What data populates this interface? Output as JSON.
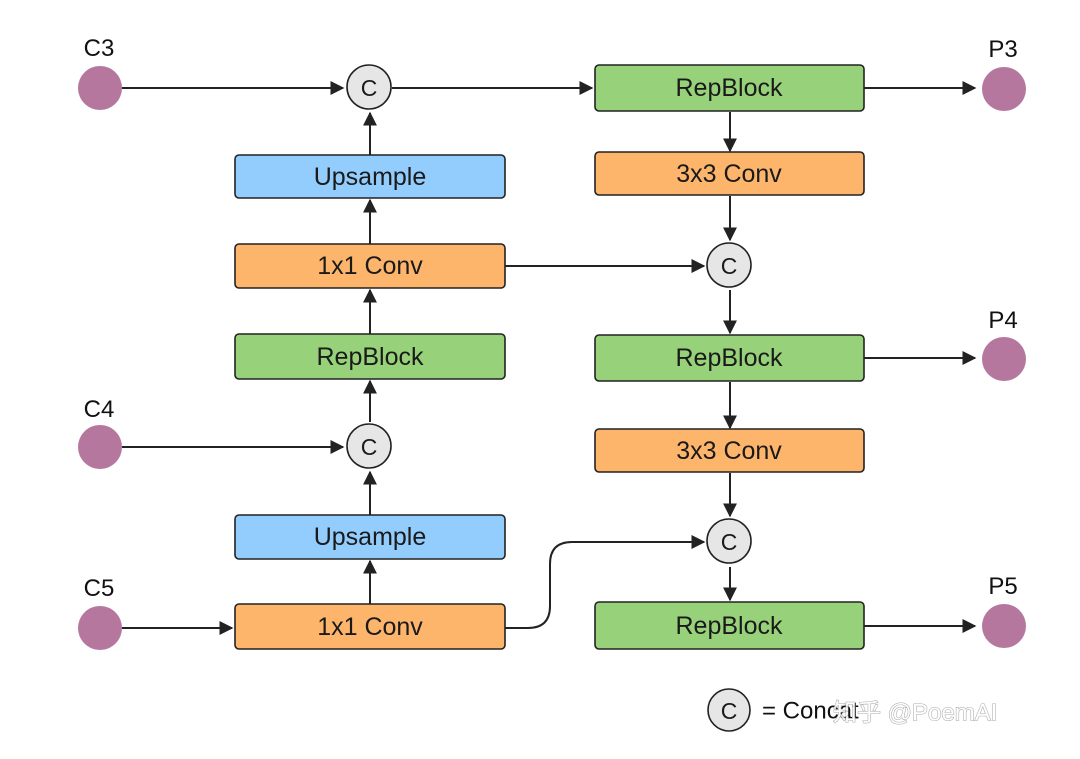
{
  "colors": {
    "repblock": "#97d27a",
    "conv": "#fdb56c",
    "upsample": "#93cdfd",
    "endpoint": "#b5779e",
    "concat": "#e6e6e6",
    "stroke": "#222222"
  },
  "nodes": {
    "c3": "C3",
    "c4": "C4",
    "c5": "C5",
    "p3": "P3",
    "p4": "P4",
    "p5": "P5"
  },
  "left_column": {
    "upsample_top": "Upsample",
    "conv1x1_top": "1x1 Conv",
    "repblock": "RepBlock",
    "upsample_bottom": "Upsample",
    "conv1x1_bottom": "1x1 Conv"
  },
  "right_column": {
    "repblock_top": "RepBlock",
    "conv3x3_top": "3x3 Conv",
    "repblock_mid": "RepBlock",
    "conv3x3_mid": "3x3 Conv",
    "repblock_bottom": "RepBlock"
  },
  "concat_symbol": "C",
  "legend": {
    "symbol": "C",
    "text": "= Concat"
  },
  "watermark": "知乎 @PoemAI"
}
